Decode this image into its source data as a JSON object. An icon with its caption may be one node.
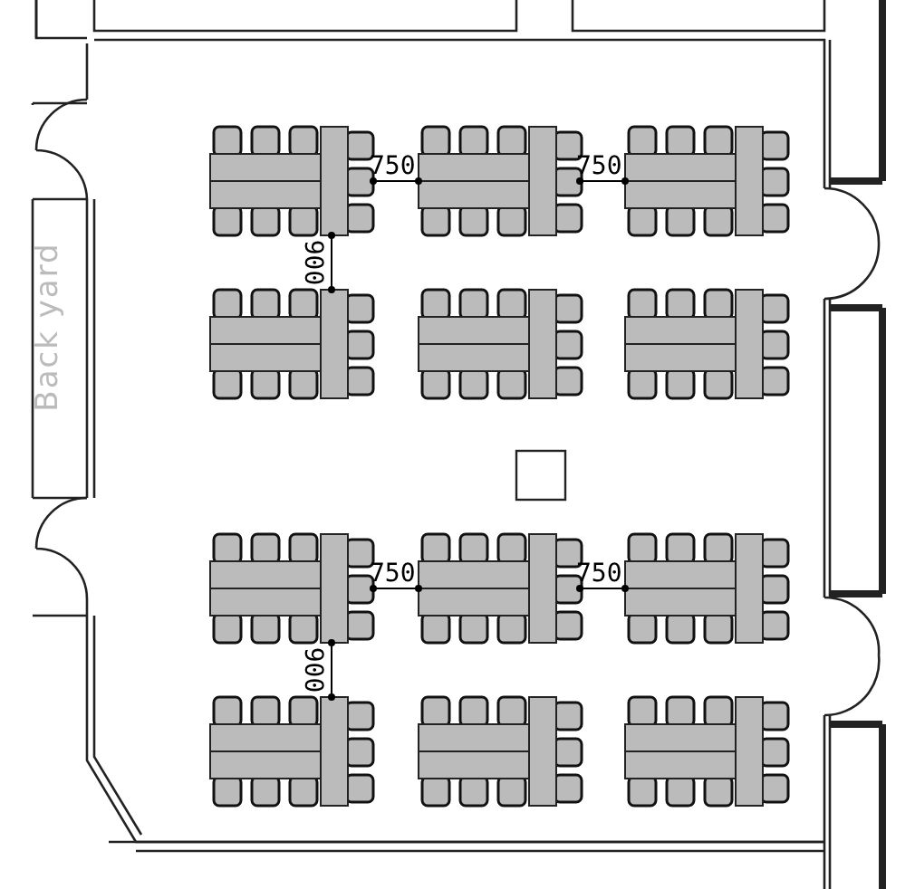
{
  "diagram": {
    "labels": [
      "750",
      "750",
      "900",
      "Back yard",
      "750",
      "750",
      "900"
    ]
  }
}
